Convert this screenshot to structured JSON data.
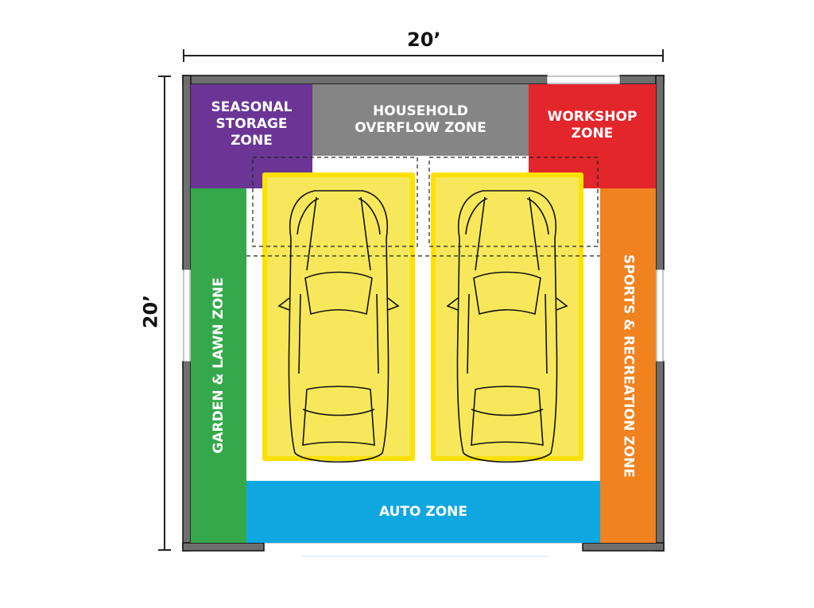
{
  "dimensions": {
    "width_label": "20’",
    "depth_label": "20’"
  },
  "zones": {
    "seasonal": {
      "label": "SEASONAL\nSTORAGE\nZONE",
      "color": "#6a3595"
    },
    "household": {
      "label": "HOUSEHOLD\nOVERFLOW ZONE",
      "color": "#858585"
    },
    "workshop": {
      "label": "WORKSHOP\nZONE",
      "color": "#e2262b"
    },
    "garden": {
      "label": "GARDEN & LAWN ZONE",
      "color": "#35a84b"
    },
    "sports": {
      "label": "SPORTS & RECREATION ZONE",
      "color": "#f0821f"
    },
    "auto": {
      "label": "AUTO ZONE",
      "color": "#10a7e0"
    }
  },
  "parking_bays": {
    "count": 2,
    "color": "#f6e85a",
    "border": "#fde100"
  }
}
